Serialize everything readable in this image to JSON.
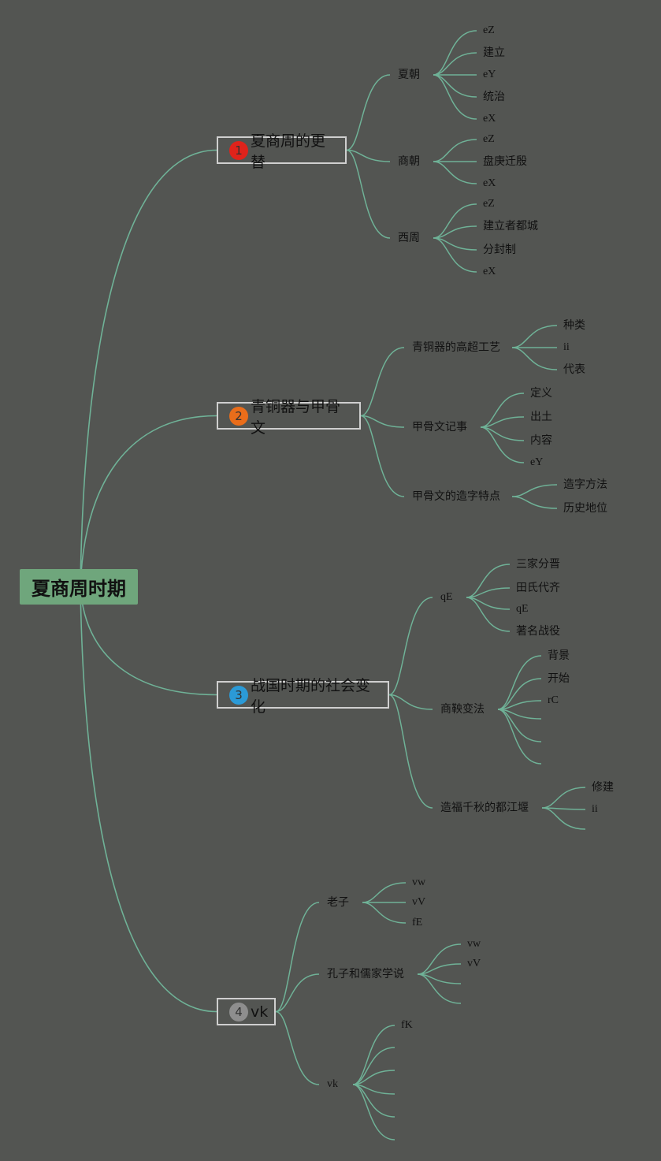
{
  "colors": {
    "background": "#535552",
    "connector": "#6fb297",
    "root_fill": "#6fa67c",
    "topic_border": "#cfcfcf",
    "badge_red": "#e0231b",
    "badge_orange": "#ea6d1a",
    "badge_blue": "#2b9ad7",
    "badge_gray": "#8e8e8e"
  },
  "root": {
    "label": "夏商周时期"
  },
  "topics": [
    {
      "number": "1",
      "label": "夏商周的更替",
      "subtopics": [
        {
          "label": "夏朝",
          "leaves": [
            "eZ",
            "建立",
            "eY",
            "统治",
            "eX"
          ]
        },
        {
          "label": "商朝",
          "leaves": [
            "eZ",
            "盘庚迁殷",
            "eX"
          ]
        },
        {
          "label": "西周",
          "leaves": [
            "eZ",
            "建立者都城",
            "分封制",
            "eX"
          ]
        }
      ]
    },
    {
      "number": "2",
      "label": "青铜器与甲骨文",
      "subtopics": [
        {
          "label": "青铜器的高超工艺",
          "leaves": [
            "种类",
            "ii",
            "代表"
          ]
        },
        {
          "label": "甲骨文记事",
          "leaves": [
            "定义",
            "出土",
            "内容",
            "eY"
          ]
        },
        {
          "label": "甲骨文的造字特点",
          "leaves": [
            "造字方法",
            "历史地位"
          ]
        }
      ]
    },
    {
      "number": "3",
      "label": "战国时期的社会变化",
      "subtopics": [
        {
          "label": "qE",
          "leaves": [
            "三家分晋",
            "田氏代齐",
            "qE",
            "著名战役"
          ]
        },
        {
          "label": "商鞅变法",
          "leaves": [
            "背景",
            "开始",
            "rC",
            "",
            "",
            ""
          ]
        },
        {
          "label": "造福千秋的都江堰",
          "leaves": [
            "修建",
            "ii",
            ""
          ]
        }
      ]
    },
    {
      "number": "4",
      "label": "vk",
      "subtopics": [
        {
          "label": "老子",
          "leaves": [
            "vw",
            "vV",
            "fE"
          ]
        },
        {
          "label": "孔子和儒家学说",
          "leaves": [
            "vw",
            "vV",
            "",
            ""
          ]
        },
        {
          "label": "vk",
          "leaves": [
            "fK",
            "",
            "",
            "",
            "",
            ""
          ]
        }
      ]
    }
  ]
}
